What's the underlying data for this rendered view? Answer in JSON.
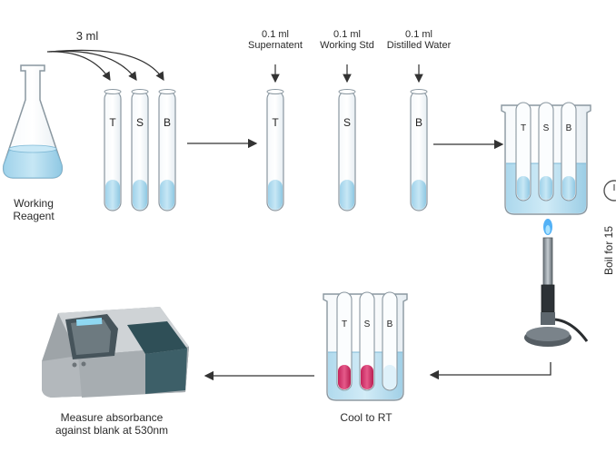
{
  "step1": {
    "volume_label": "3 ml",
    "flask_label_line1": "Working",
    "flask_label_line2": "Reagent",
    "tubes": [
      "T",
      "S",
      "B"
    ]
  },
  "step2": {
    "additions": [
      {
        "volume": "0.1 ml",
        "name": "Supernatent",
        "tube": "T"
      },
      {
        "volume": "0.1 ml",
        "name": "Working Std",
        "tube": "S"
      },
      {
        "volume": "0.1 ml",
        "name": "Distilled Water",
        "tube": "B"
      }
    ]
  },
  "step3": {
    "beaker_tubes": [
      "T",
      "S",
      "B"
    ],
    "boil_label": "Boil for 15"
  },
  "step4": {
    "beaker_tubes": [
      "T",
      "S",
      "B"
    ],
    "label": "Cool to RT"
  },
  "step5": {
    "label_line1": "Measure absorbance",
    "label_line2": "against blank at 530nm"
  },
  "colors": {
    "liquid": "#a9d8ee",
    "liquid_pink": "#d4306a",
    "glass": "#eef4f8",
    "outline": "#8a97a0",
    "arrow": "#333333"
  }
}
